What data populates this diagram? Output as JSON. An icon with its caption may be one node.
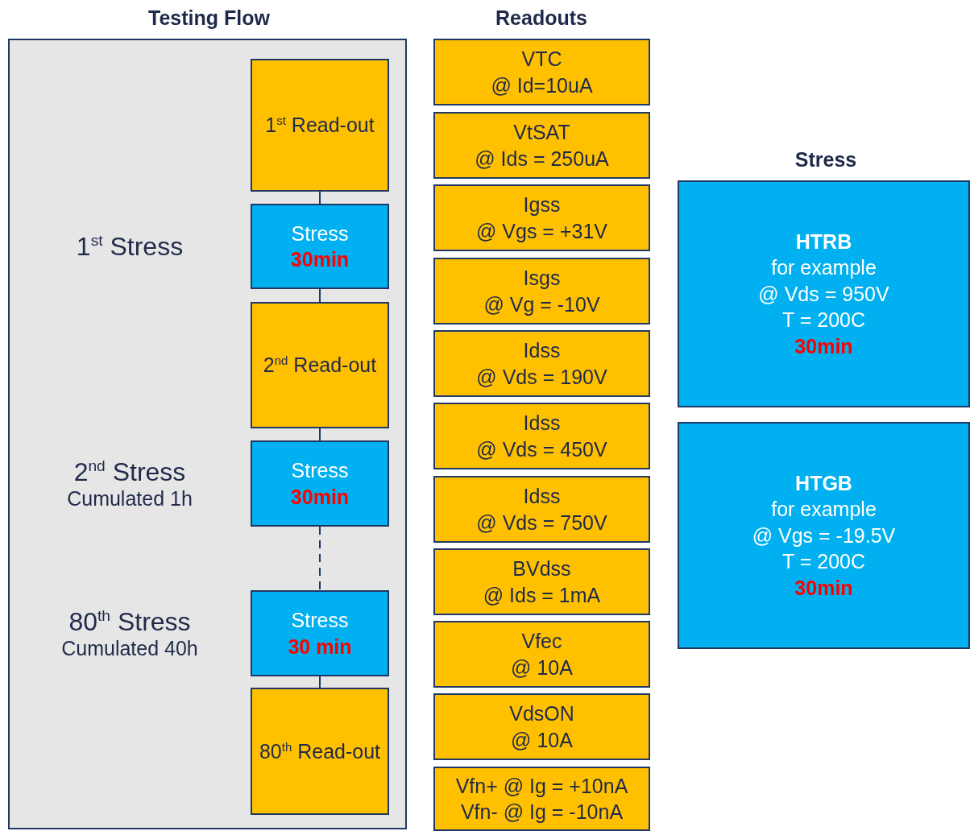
{
  "diagram": {
    "nodes": [
      {
        "text": [
          "Testing Flow"
        ]
      },
      {
        "text": [
          "1$^{st}$ Read-out"
        ],
        "in": 0
      },
      {
        "text": [
          "Stress",
          "30min"
        ],
        "in": 0,
        "beside": [
          "1$^{st}$ Stress"
        ]
      },
      {
        "text": [
          "2$^{nd}$ Read-out"
        ],
        "in": 0
      },
      {
        "text": [
          "Stress",
          "30min"
        ],
        "in": 0,
        "beside": [
          "2$^{nd}$ Stress",
          "Cumulated  1h"
        ]
      },
      {
        "text": [
          "Stress",
          "30 min"
        ],
        "in": 0,
        "beside": [
          "80$^{th}$ Stress",
          "Cumulated  40h"
        ]
      },
      {
        "text": [
          "80$^{th}$ Read-out"
        ],
        "in": 0
      },
      {
        "text": [
          "VTC",
          "@ Id=10uA"
        ]
      },
      {
        "text": [
          "VtSAT",
          "@ Ids = 250uA"
        ]
      },
      {
        "text": [
          "Igss",
          "@ Vgs = +31V"
        ]
      },
      {
        "text": [
          "Isgs",
          "@ Vg = -10V"
        ]
      },
      {
        "text": [
          "Idss",
          "@ Vds = 190V"
        ]
      },
      {
        "text": [
          "Idss",
          "@ Vds = 450V"
        ]
      },
      {
        "text": [
          "Idss",
          "@ Vds = 750V"
        ]
      },
      {
        "text": [
          "BVdss",
          "@ Ids = 1mA"
        ]
      },
      {
        "text": [
          "Vfec",
          "@ 10A"
        ]
      },
      {
        "text": [
          "VdsON",
          "@ 10A"
        ]
      },
      {
        "text": [
          "Vfn+ @ Ig = +10nA",
          "Vfn- @ Ig = -10nA"
        ]
      },
      {
        "text": [
          "HTRB",
          "for example",
          "@ Vds = 950V",
          "T = 200C",
          "30min"
        ]
      },
      {
        "text": [
          "HTGB",
          "for example",
          "@ Vgs = -19.5V",
          "T = 200C",
          "30min"
        ]
      }
    ],
    "edges": [
      {
        "from": 1,
        "to": 2,
        "arrow": "none"
      },
      {
        "from": 2,
        "to": 3,
        "arrow": "none"
      },
      {
        "from": 3,
        "to": 4,
        "arrow": "none"
      },
      {
        "from": 4,
        "to": 5,
        "arrow": "none",
        "style": "dashed"
      },
      {
        "from": 5,
        "to": 6,
        "arrow": "none"
      }
    ],
    "labels": [
      "Readouts",
      "Stress"
    ]
  }
}
